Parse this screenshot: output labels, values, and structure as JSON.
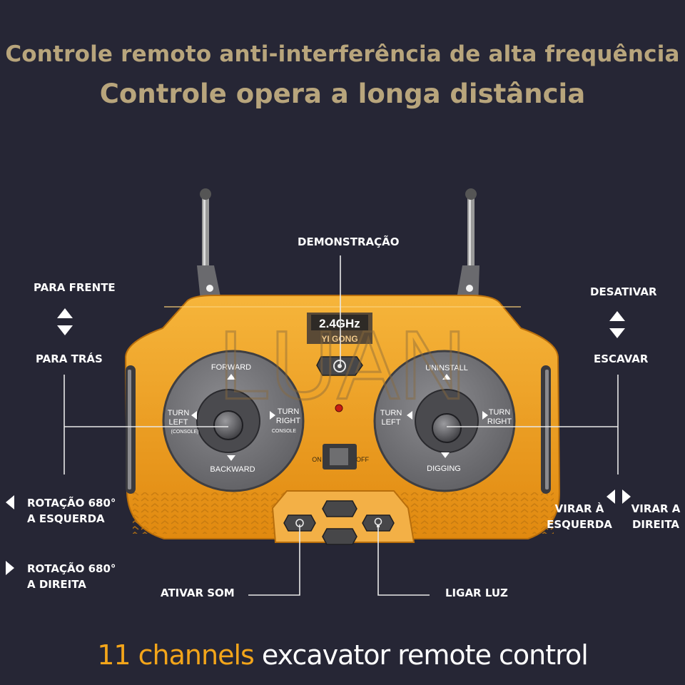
{
  "header": {
    "title_line1": "Controle remoto anti-interferência de alta frequência",
    "title_line2": "Controle opera a longa distância"
  },
  "remote": {
    "badge_freq": "2.4GHz",
    "badge_brand": "YI GONG",
    "watermark": "LUAN",
    "switch_on": "ON",
    "switch_off": "OFF",
    "left_stick": {
      "forward": "FORWARD",
      "backward": "BACKWARD",
      "turn_left_1": "TURN",
      "turn_left_2": "LEFT",
      "turn_left_3": "(CONSOLE)",
      "turn_right_1": "TURN",
      "turn_right_2": "RIGHT",
      "turn_right_3": "CONSOLE"
    },
    "right_stick": {
      "uninstall": "UNINSTALL",
      "digging": "DIGGING",
      "turn_left_1": "TURN",
      "turn_left_2": "LEFT",
      "turn_right_1": "TURN",
      "turn_right_2": "RIGHT"
    }
  },
  "callouts": {
    "demo": "DEMONSTRAÇÃO",
    "forward": "PARA FRENTE",
    "backward": "PARA TRÁS",
    "deactivate": "DESATIVAR",
    "dig": "ESCAVAR",
    "rot_left_1": "ROTAÇÃO 680°",
    "rot_left_2": "A ESQUERDA",
    "rot_right_1": "ROTAÇÃO 680°",
    "rot_right_2": "A DIREITA",
    "turn_left_1": "VIRAR À",
    "turn_left_2": "ESQUERDA",
    "turn_right_1": "VIRAR A",
    "turn_right_2": "DIREITA",
    "sound": "ATIVAR SOM",
    "light": "LIGAR LUZ"
  },
  "footer": {
    "highlight": "11 channels",
    "rest": " excavator remote control"
  },
  "colors": {
    "background": "#262635",
    "title": "#b8a57c",
    "body": "#f0a11c",
    "accent": "#f3a51a",
    "panel": "#6e6e72"
  }
}
